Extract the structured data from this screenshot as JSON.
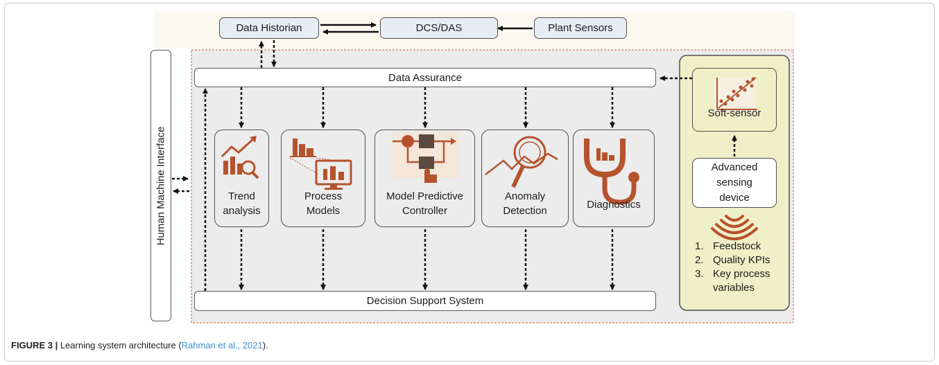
{
  "diagram": {
    "top_boxes": {
      "historian": "Data Historian",
      "dcs": "DCS/DAS",
      "sensors": "Plant Sensors"
    },
    "hmi_label": "Human Machine Interface",
    "data_assurance": "Data Assurance",
    "decision_support": "Decision Support System",
    "modules": [
      {
        "label": "Trend\nanalysis",
        "icon": "trend-chart-magnifier-icon"
      },
      {
        "label": "Process\nModels",
        "icon": "plant-monitor-icon"
      },
      {
        "label": "Model Predictive\nController",
        "icon": "control-loop-hand-icon"
      },
      {
        "label": "Anomaly\nDetection",
        "icon": "signal-magnifier-icon"
      },
      {
        "label": "Diagnostics",
        "icon": "stethoscope-plant-icon"
      }
    ],
    "soft_sensor": "Soft-sensor",
    "advanced_device": "Advanced\nsensing\ndevice",
    "signal_icon": "wireless-signal-icon",
    "sensed_items": [
      {
        "num": "1.",
        "text": "Feedstock"
      },
      {
        "num": "2.",
        "text": "Quality KPIs"
      },
      {
        "num": "3.",
        "text": "Key process\nvariables"
      }
    ],
    "colors": {
      "panel_bg": "#ececec",
      "panel_border": "#e07a4a",
      "top_band_bg": "#fbf9ef",
      "side_panel_bg": "#f0f0c8",
      "icon_color": "#b5532e",
      "arrow_color": "#111111"
    }
  },
  "caption": {
    "label": "FIGURE 3 |",
    "text": " Learning system architecture (",
    "cite": "Rahman et al., 2021",
    "end": ")."
  }
}
